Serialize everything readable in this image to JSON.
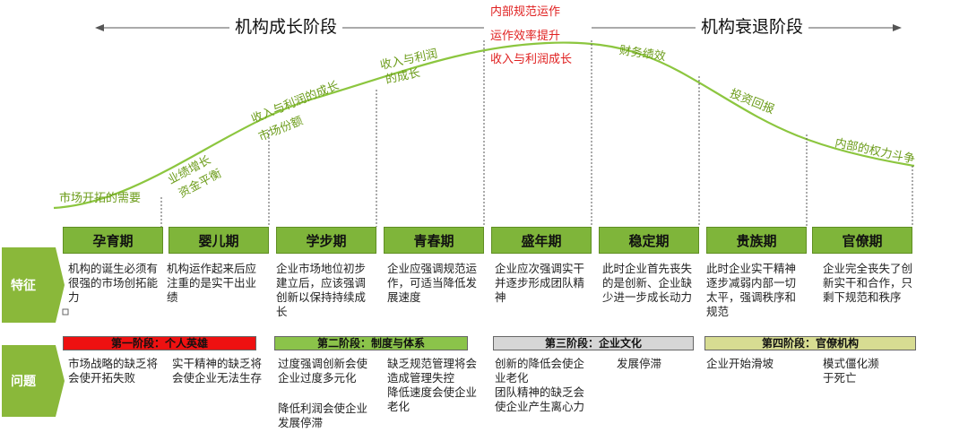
{
  "header": {
    "growth_title": "机构成长阶段",
    "decline_title": "机构衰退阶段"
  },
  "peak_labels": [
    "内部规范运作",
    "运作效率提升",
    "收入与利润成长"
  ],
  "curve_labels": [
    "市场开拓的需要",
    "业绩增长",
    "资金平衡",
    "收入与利润的成长",
    "市场份额",
    "收入与利润",
    "的成长",
    "财务绩效",
    "投资回报",
    "内部的权力斗争"
  ],
  "stages": [
    "孕育期",
    "婴儿期",
    "学步期",
    "青春期",
    "盛年期",
    "稳定期",
    "贵族期",
    "官僚期"
  ],
  "row_labels": {
    "features": "特征",
    "problems": "问题"
  },
  "features": [
    "机构的诞生必须有很强的市场创拓能力",
    "机构运作起来后应注重的是实干出业绩",
    "企业市场地位初步建立后，应该强调创新以保持持续成长",
    "企业应强调规范运作，可适当降低发展速度",
    "企业应次强调实干并逐步形成团队精神",
    "此时企业首先丧失的是创新、企业缺少进一步成长动力",
    "此时企业实干精神逐步减弱内部一切太平，强调秩序和规范",
    "企业完全丧失了创新实干和合作，只剩下规范和秩序"
  ],
  "phases": [
    {
      "label": "第一阶段：个人英雄",
      "color": "#ee1111"
    },
    {
      "label": "第二阶段：制度与体系",
      "color": "#8bc34a"
    },
    {
      "label": "第三阶段：企业文化",
      "color": "#d6d6d6"
    },
    {
      "label": "第四阶段：官僚机构",
      "color": "#d7dc92"
    }
  ],
  "problems": [
    "市场战略的缺乏将会使开拓失败",
    "实干精神的缺乏将会使企业无法生存",
    "过度强调创新会使企业过度多元化",
    "降低利润会使企业发展停滞",
    "缺乏规范管理将会造成管理失控",
    "降低速度会使企业老化",
    "创新的降低会使企业老化",
    "团队精神的缺乏会使企业产生离心力",
    "发展停滞",
    "企业开始滑坡",
    "模式僵化濒于死亡"
  ],
  "colors": {
    "stage_fill": "#7fb53a",
    "curve_line": "#8cc63f",
    "side_tag": "#8ab83a",
    "label_green": "#6c9c1a",
    "peak_red": "#e02020"
  }
}
